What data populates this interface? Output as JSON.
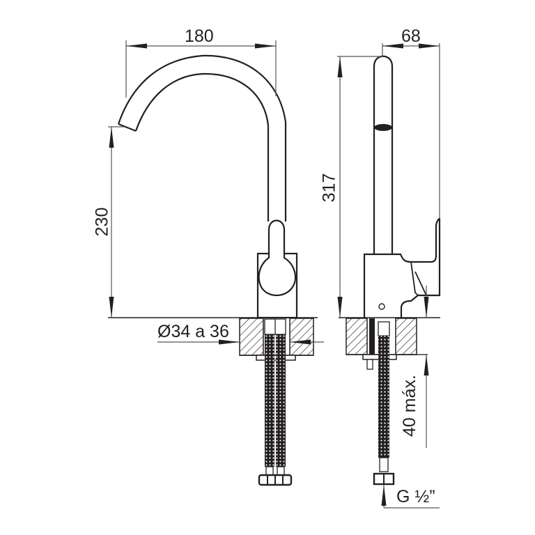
{
  "title": "Kitchen mixer tap dimension drawing",
  "colors": {
    "line": "#231f20",
    "dim": "#555555",
    "background": "#ffffff"
  },
  "front_view": {
    "dimensions": {
      "spout_reach": "180",
      "spout_height": "230",
      "hole_diameter": "Ø34 a 36"
    }
  },
  "side_view": {
    "dimensions": {
      "depth": "68",
      "total_height": "317",
      "max_deck_thickness": "40 máx.",
      "connection_thread": "G ½”"
    }
  }
}
